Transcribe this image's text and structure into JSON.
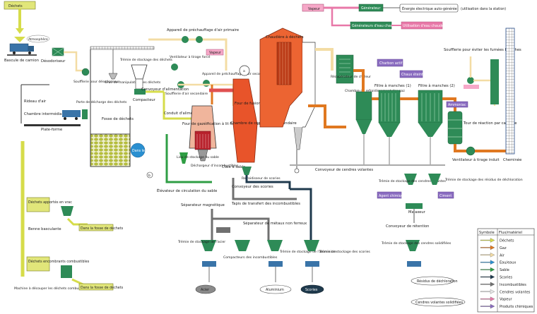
{
  "colors": {
    "waste": "#d6dc4a",
    "gas": "#e07820",
    "air": "#f3dca4",
    "water": "#2a8fd0",
    "sand": "#2f9e44",
    "slag": "#1f3a4d",
    "incomb": "#707070",
    "flyash": "#cfcfcf",
    "steam": "#e878a8",
    "chem": "#8a6cc0",
    "equip": "#2e8b57",
    "furnace": "#e8542a"
  },
  "labels": {
    "waste_input": "Déchets",
    "atmosphere": "Atmosphère",
    "deodorizer": "Désodoriseur",
    "deodorizer_fan": "Soufflerie pour désodoriseur",
    "truck_scale": "Bascule de camion",
    "air_curtain": "Rideau d'air",
    "intermediate_chamber": "Chambre intermédiaire",
    "platform": "Plate-forme",
    "loading_door": "Porte de décharge des déchets",
    "waste_pit": "Fosse de déchets",
    "waste_storage_hopper": "Trémie de stockage des déchets",
    "crane": "Grue de manipulation des déchets",
    "compactor": "Compacteur",
    "feed_conveyor": "Convoyeur d'alimentation",
    "feed_duct": "Conduit d'alimentation",
    "forced_draft_fan": "Ventilateur à tirage forcé",
    "secondary_fan": "Soufflerie d'air secondaire",
    "preheat_unit": "Appareil de préchauffage d'air secondaire",
    "primary_preheater": "Appareil de préchauffage d'air primaire",
    "steam_small": "Vapeur",
    "gasification_furnace": "Four de gazéification à lit fluidisé et de fusion",
    "sand_storage": "Lieu de stockage du sable",
    "incomb_discharge": "Déchargeur d'incombustibles",
    "sand_sieve": "Claie à sable",
    "sand_elevator": "Élévateur de circulation du sable",
    "melting_furnace": "Four de fusion",
    "secondary_chamber": "Chambre de combustion secondaire",
    "slag_cooler": "Refroidisseur de scories",
    "boiler": "Chaudière à déchets",
    "steam_main": "Vapeur",
    "generator": "Générateur",
    "self_power": "Énergie électrique auto-générée",
    "in_station": "(utilisation dans la station)",
    "steam_gen": "Générateurs d'eau chaude",
    "hot_water_use": "Utilisation d'eau chaude",
    "heat_recovery": "Récupérateur de chaleur",
    "cooling_chamber": "Chambre de refroidissement des gaz",
    "activated_carbon": "Charbon actif",
    "slaked_lime": "Chaux éteinte",
    "bag_filter_1": "Filtre à manches (1)",
    "bag_filter_2": "Filtre à manches (2)",
    "catalyst_tower": "Tour de réaction par catalyse",
    "white_smoke_fan": "Soufflerie pour éviter les fumées blanches",
    "ammonia": "Ammoniac",
    "induced_fan": "Ventilateur à tirage induit",
    "chimney": "Cheminée",
    "flyash_conveyor": "Convoyeur de cendres volantes",
    "slag_conveyor": "Convoyeur des scories",
    "mag_separator": "Séparateur magnétique",
    "incomb_conveyor": "Tapis de transfert des incombustibles",
    "nonferrous_sep": "Séparateur de métaux non ferreux",
    "steel_hopper": "Trémie de stockage de l'acier",
    "incomb_compactor": "Compacteurs des incombustibles",
    "alu_hopper": "Trémie de stockage de l'aluminium",
    "slag_hopper": "Trémie de stockage des scories",
    "flyash_hopper": "Trémie de stockage des cendres volantes",
    "dechlor_hopper": "Trémie de stockage des résidus de déchloration",
    "chem_agent": "Agent chimique",
    "cement": "Ciment",
    "kneader": "Malaxeur",
    "retention_conveyor": "Convoyeur de rétention",
    "solidified_hopper": "Trémie de stockage des cendres solidifiées",
    "bulky_waste": "Déchets apportés en vrac",
    "tipping_bin": "Benne basculante",
    "into_pit_1": "Dans la fosse de déchets",
    "large_waste": "Déchets encombrants combustibles",
    "shredder": "Machine à découper les déchets combustibles encombrants",
    "into_pit_2": "Dans la fosse de déchets",
    "into_furnace": "Dans le four",
    "out_steel": "Acier",
    "out_alu": "Aluminium",
    "out_slag": "Scories",
    "out_dechlor": "Résidus de déchloration",
    "out_solid": "Cendres volantes solidifiées",
    "node_a": "a",
    "node_b": "b"
  },
  "legend": {
    "header_symbol": "Symbole",
    "header_flux": "Flux/matériel",
    "rows": [
      {
        "label": "Déchets",
        "color": "#d6dc4a"
      },
      {
        "label": "Gaz",
        "color": "#e07820"
      },
      {
        "label": "Air",
        "color": "#f3dca4"
      },
      {
        "label": "Eau/eaux",
        "color": "#2a8fd0"
      },
      {
        "label": "Sable",
        "color": "#2f9e44"
      },
      {
        "label": "Scories",
        "color": "#1f3a4d"
      },
      {
        "label": "Incombustibles",
        "color": "#707070"
      },
      {
        "label": "Cendres volantes",
        "color": "#e6e6e6"
      },
      {
        "label": "Vapeur",
        "color": "#e878a8"
      },
      {
        "label": "Produits chimiques",
        "color": "#8a6cc0"
      }
    ]
  }
}
